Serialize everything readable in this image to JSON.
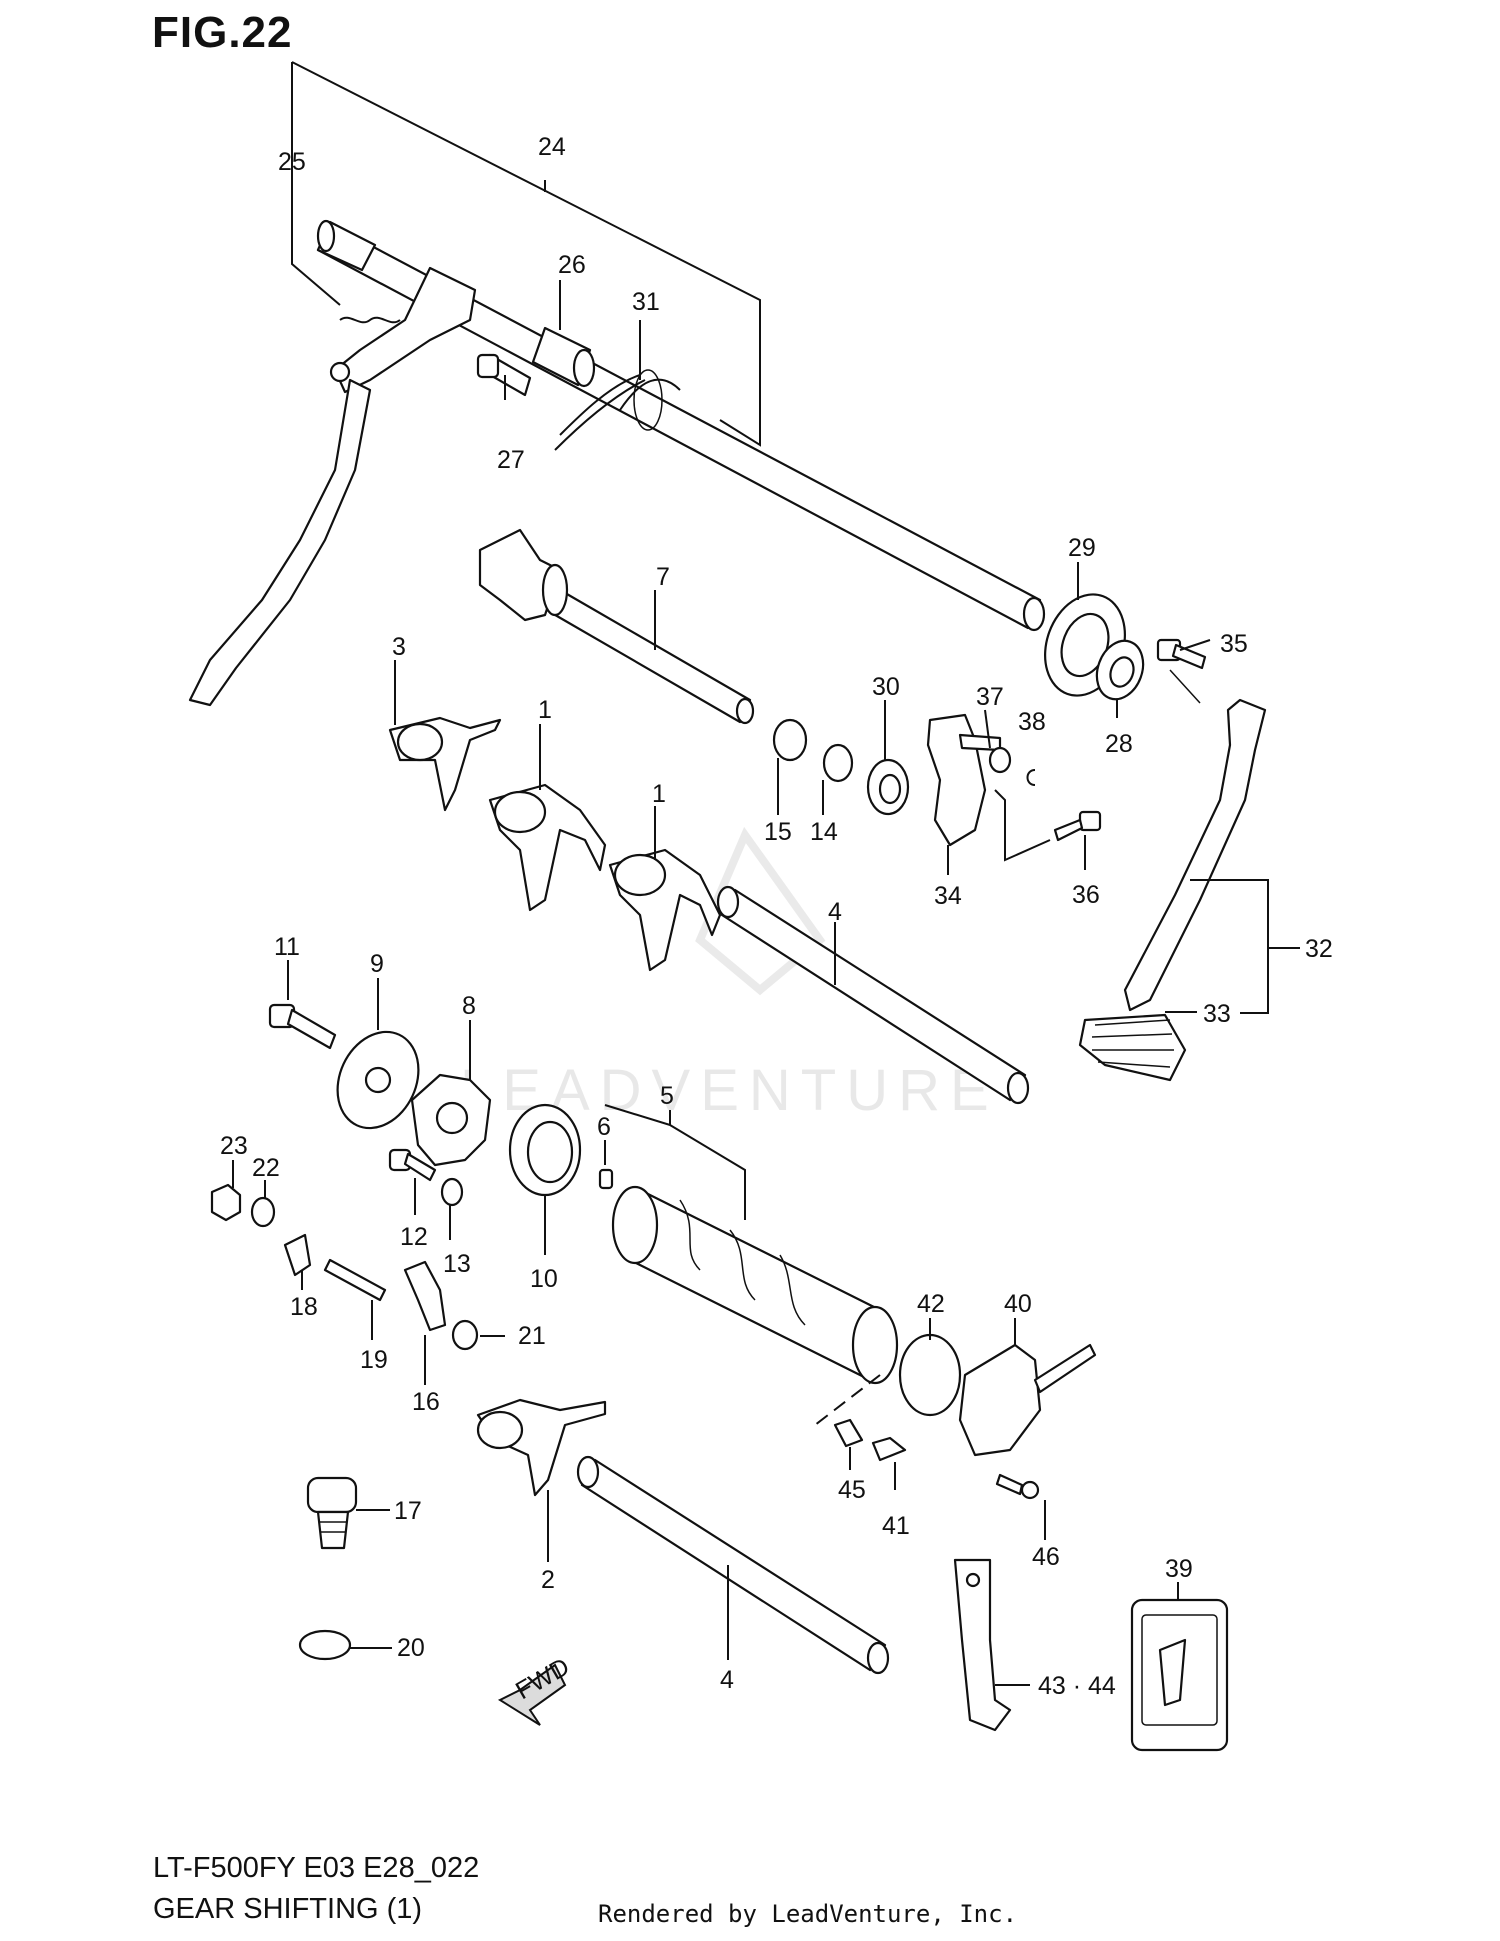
{
  "figure": {
    "title": "FIG.22",
    "model": "LT-F500FY E03 E28_022",
    "subtitle": "GEAR SHIFTING (1)",
    "credit": "Rendered by LeadVenture, Inc.",
    "watermark": "LEADVENTURE",
    "fwd_label": "FWD"
  },
  "callouts": {
    "c1a": "1",
    "c1b": "1",
    "c2": "2",
    "c3": "3",
    "c4a": "4",
    "c4b": "4",
    "c5": "5",
    "c6": "6",
    "c7": "7",
    "c8": "8",
    "c9": "9",
    "c10": "10",
    "c11": "11",
    "c12": "12",
    "c13": "13",
    "c14": "14",
    "c15": "15",
    "c16": "16",
    "c17": "17",
    "c18": "18",
    "c19": "19",
    "c20": "20",
    "c21": "21",
    "c22": "22",
    "c23": "23",
    "c24": "24",
    "c25": "25",
    "c26": "26",
    "c27": "27",
    "c28": "28",
    "c29": "29",
    "c30": "30",
    "c31": "31",
    "c32": "32",
    "c33": "33",
    "c34": "34",
    "c35": "35",
    "c36": "36",
    "c37": "37",
    "c38": "38",
    "c39": "39",
    "c40": "40",
    "c41": "41",
    "c42": "42",
    "c43_44": "43 · 44",
    "c45": "45",
    "c46": "46"
  }
}
